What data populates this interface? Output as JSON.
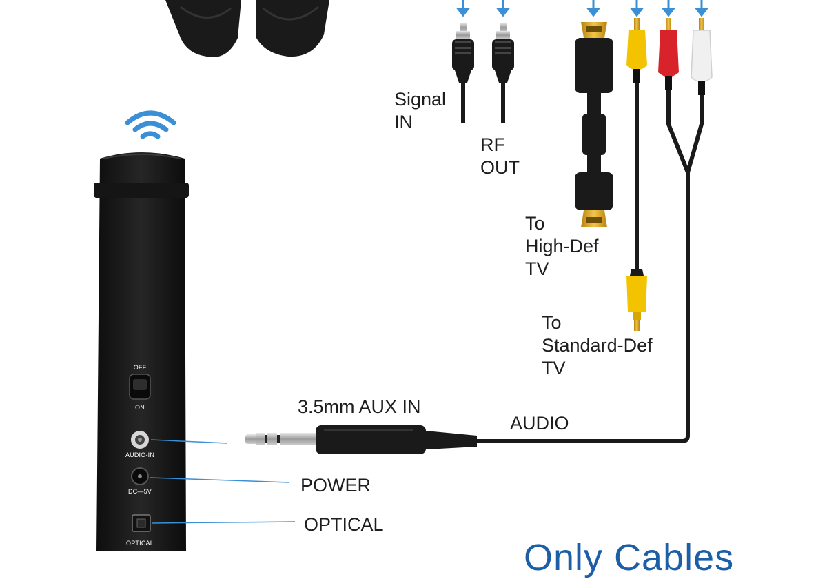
{
  "labels": {
    "signal_in": [
      "Signal",
      "IN"
    ],
    "rf_out": [
      "RF",
      "OUT"
    ],
    "hd_tv": [
      "To",
      "High-Def",
      "TV"
    ],
    "sd_tv": [
      "To",
      "Standard-Def",
      "TV"
    ],
    "aux_in": "3.5mm AUX IN",
    "audio": "AUDIO",
    "power": "POWER",
    "optical": "OPTICAL"
  },
  "device_labels": {
    "off": "OFF",
    "on": "ON",
    "audio_in": "AUDIO-IN",
    "dc": "DC—5V",
    "optical": "OPTICAL"
  },
  "brand_text": "Only Cables",
  "icons": [
    "headphones-icon",
    "wifi-signal-icon",
    "arrow-down-icon",
    "rf-connector-icon",
    "hdmi-connector-icon",
    "rca-connector-icon",
    "aux-plug-icon"
  ],
  "colors": {
    "arrow": "#3a8fd6",
    "device": "#1b1b1b",
    "rca_yellow": "#f3c300",
    "rca_red": "#d8232a",
    "rca_white": "#f0f0f0",
    "hdmi_gold": "#d9a21b",
    "brand": "#1d5fa6"
  }
}
